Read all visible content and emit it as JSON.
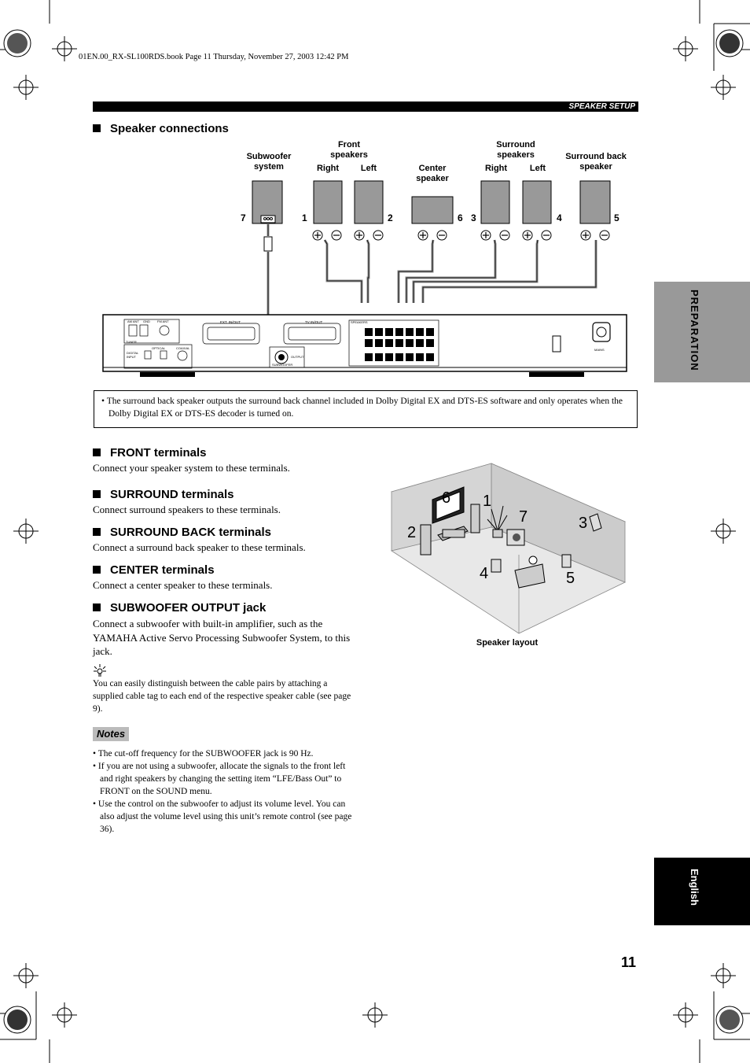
{
  "header": {
    "file_info": "01EN.00_RX-SL100RDS.book  Page 11  Thursday, November 27, 2003  12:42 PM",
    "section": "SPEAKER SETUP"
  },
  "side_tabs": {
    "preparation": "PREPARATION",
    "language": "English"
  },
  "page_number": "11",
  "diagram": {
    "title": "Speaker connections",
    "labels": {
      "subwoofer": "Subwoofer system",
      "front": "Front speakers",
      "front_right": "Right",
      "front_left": "Left",
      "center": "Center speaker",
      "surround": "Surround speakers",
      "surround_right": "Right",
      "surround_left": "Left",
      "surround_back": "Surround back speaker"
    },
    "numbers": {
      "sub": "7",
      "fr": "1",
      "fl": "2",
      "c": "6",
      "sr": "3",
      "sl": "4",
      "sb": "5"
    },
    "panel": {
      "am_ant": "AM ANT",
      "gnd": "GND",
      "fm_ant": "FM ANT",
      "tuner": "TUNER",
      "digital_input": "DIGITAL INPUT",
      "optical": "OPTICAL",
      "coaxial": "COAXIAL",
      "ext_in_out": "EXT. IN/OUT",
      "tv_in_out": "TV IN/OUT",
      "output": "OUTPUT",
      "subwoofer": "SUBWOOFER",
      "speakers": "SPEAKERS",
      "mains": "MAINS"
    }
  },
  "note_box": "The surround back speaker outputs the surround back channel included in Dolby Digital EX and DTS-ES software and only operates when the Dolby Digital EX or DTS-ES decoder is turned on.",
  "sections": [
    {
      "title": "FRONT terminals",
      "text": "Connect your speaker system to these terminals."
    },
    {
      "title": "SURROUND terminals",
      "text": "Connect surround speakers to these terminals."
    },
    {
      "title": "SURROUND BACK terminals",
      "text": "Connect a surround back speaker to these terminals."
    },
    {
      "title": "CENTER terminals",
      "text": "Connect a center speaker to these terminals."
    },
    {
      "title": "SUBWOOFER OUTPUT jack",
      "text": "Connect a subwoofer with built-in amplifier, such as the YAMAHA Active Servo Processing Subwoofer System, to this jack."
    }
  ],
  "tip": "You can easily distinguish between the cable pairs by attaching a supplied cable tag to each end of the respective speaker cable (see page 9).",
  "notes_label": "Notes",
  "notes": [
    "The cut-off frequency for the SUBWOOFER jack is 90 Hz.",
    "If you are not using a subwoofer, allocate the signals to the front left and right speakers by changing the setting item “LFE/Bass Out” to FRONT on the SOUND menu.",
    "Use the control on the subwoofer to adjust its volume level. You can also adjust the volume level using this unit’s remote control (see page 36)."
  ],
  "layout_figure": {
    "caption": "Speaker layout",
    "numbers": [
      "1",
      "2",
      "3",
      "4",
      "5",
      "6",
      "7"
    ]
  }
}
